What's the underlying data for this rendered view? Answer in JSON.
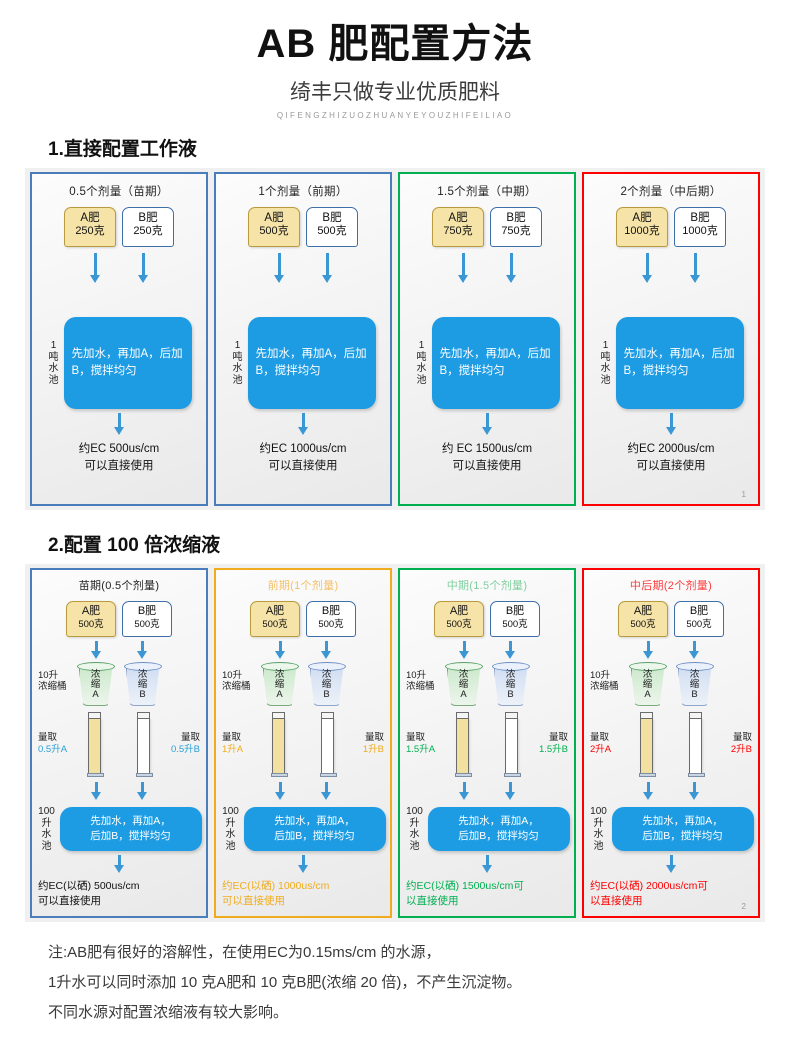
{
  "header": {
    "title": "AB 肥配置方法",
    "subtitle": "绮丰只做专业优质肥料",
    "pinyin": "QIFENGZHIZUOZHUANYEYOUZHIFEILIAO"
  },
  "colors": {
    "blue": "#4a7ebb",
    "yellow": "#f0ac1e",
    "green": "#00b050",
    "red": "#ff0000",
    "mix_blue": "#1e9ce3",
    "arrow_blue": "#3a97d4",
    "fert_a_fill": "#f5e3a8"
  },
  "section1": {
    "heading": "1.直接配置工作液",
    "panels": [
      {
        "title": "0.5个剂量（苗期）",
        "border": "#4a7ebb",
        "fert_a_name": "A肥",
        "fert_a_amount": "250克",
        "fert_b_name": "B肥",
        "fert_b_amount": "250克",
        "pool_label": [
          "1",
          "吨",
          "水",
          "池"
        ],
        "mix_text": "先加水，再加A，后加B，搅拌均匀",
        "ec_line1": "约EC 500us/cm",
        "ec_line2": "可以直接使用",
        "page_num": ""
      },
      {
        "title": "1个剂量（前期）",
        "border": "#4a7ebb",
        "fert_a_name": "A肥",
        "fert_a_amount": "500克",
        "fert_b_name": "B肥",
        "fert_b_amount": "500克",
        "pool_label": [
          "1",
          "吨",
          "水",
          "池"
        ],
        "mix_text": "先加水，再加A，后加B，搅拌均匀",
        "ec_line1": "约EC 1000us/cm",
        "ec_line2": "可以直接使用",
        "page_num": ""
      },
      {
        "title": "1.5个剂量（中期）",
        "border": "#00b050",
        "fert_a_name": "A肥",
        "fert_a_amount": "750克",
        "fert_b_name": "B肥",
        "fert_b_amount": "750克",
        "pool_label": [
          "1",
          "吨",
          "水",
          "池"
        ],
        "mix_text": "先加水，再加A，后加B，搅拌均匀",
        "ec_line1": "约 EC 1500us/cm",
        "ec_line2": "可以直接使用",
        "page_num": ""
      },
      {
        "title": "2个剂量（中后期）",
        "border": "#ff0000",
        "fert_a_name": "A肥",
        "fert_a_amount": "1000克",
        "fert_b_name": "B肥",
        "fert_b_amount": "1000克",
        "pool_label": [
          "1",
          "吨",
          "水",
          "池"
        ],
        "mix_text": "先加水，再加A，后加B，搅拌均匀",
        "ec_line1": "约EC 2000us/cm",
        "ec_line2": "可以直接使用",
        "page_num": "1"
      }
    ]
  },
  "section2": {
    "heading": "2.配置 100 倍浓缩液",
    "panels": [
      {
        "title": "苗期(0.5个剂量)",
        "border": "#4a7ebb",
        "title_color": "#222222",
        "accent": "#2a9fd8",
        "fert_a_name": "A肥",
        "fert_a_amount": "500克",
        "fert_b_name": "B肥",
        "fert_b_amount": "500克",
        "bucket_label": "10升\n浓缩桶",
        "bucket_a_text": [
          "浓",
          "缩",
          "A"
        ],
        "bucket_b_text": [
          "浓",
          "缩",
          "B"
        ],
        "measure_word": "量取",
        "measure_a": "0.5升A",
        "measure_b": "0.5升B",
        "pool_label": [
          "100",
          "升",
          "水",
          "池"
        ],
        "mix_line1": "先加水，再加A，",
        "mix_line2": "后加B，搅拌均匀",
        "ec_line1": "约EC(以硒) 500us/cm",
        "ec_line2": "可以直接使用",
        "ec_color": "#111111",
        "page_num": ""
      },
      {
        "title": "前期(1个剂量)",
        "border": "#f0ac1e",
        "title_color": "#f3c06a",
        "accent": "#f0ac1e",
        "fert_a_name": "A肥",
        "fert_a_amount": "500克",
        "fert_b_name": "B肥",
        "fert_b_amount": "500克",
        "bucket_label": "10升\n浓缩桶",
        "bucket_a_text": [
          "浓",
          "缩",
          "A"
        ],
        "bucket_b_text": [
          "浓",
          "缩",
          "B"
        ],
        "measure_word": "量取",
        "measure_a": "1升A",
        "measure_b": "1升B",
        "pool_label": [
          "100",
          "升",
          "水",
          "池"
        ],
        "mix_line1": "先加水，再加A，",
        "mix_line2": "后加B，搅拌均匀",
        "ec_line1": "约EC(以硒) 1000us/cm",
        "ec_line2": "可以直接使用",
        "ec_color": "#f0ac1e",
        "page_num": ""
      },
      {
        "title": "中期(1.5个剂量)",
        "border": "#00b050",
        "title_color": "#7fcf9e",
        "accent": "#00b050",
        "fert_a_name": "A肥",
        "fert_a_amount": "500克",
        "fert_b_name": "B肥",
        "fert_b_amount": "500克",
        "bucket_label": "10升\n浓缩桶",
        "bucket_a_text": [
          "浓",
          "缩",
          "A"
        ],
        "bucket_b_text": [
          "浓",
          "缩",
          "B"
        ],
        "measure_word": "量取",
        "measure_a": "1.5升A",
        "measure_b": "1.5升B",
        "pool_label": [
          "100",
          "升",
          "水",
          "池"
        ],
        "mix_line1": "先加水，再加A，",
        "mix_line2": "后加B，搅拌均匀",
        "ec_line1": "约EC(以硒) 1500us/cm可",
        "ec_line2": "以直接使用",
        "ec_color": "#00b050",
        "page_num": ""
      },
      {
        "title": "中后期(2个剂量)",
        "border": "#ff0000",
        "title_color": "#ff3b3b",
        "accent": "#ff0000",
        "fert_a_name": "A肥",
        "fert_a_amount": "500克",
        "fert_b_name": "B肥",
        "fert_b_amount": "500克",
        "bucket_label": "10升\n浓缩桶",
        "bucket_a_text": [
          "浓",
          "缩",
          "A"
        ],
        "bucket_b_text": [
          "浓",
          "缩",
          "B"
        ],
        "measure_word": "量取",
        "measure_a": "2升A",
        "measure_b": "2升B",
        "pool_label": [
          "100",
          "升",
          "水",
          "池"
        ],
        "mix_line1": "先加水，再加A，",
        "mix_line2": "后加B，搅拌均匀",
        "ec_line1": "约EC(以硒) 2000us/cm可",
        "ec_line2": "以直接使用",
        "ec_color": "#ff0000",
        "page_num": "2"
      }
    ]
  },
  "footer": {
    "line1": "注:AB肥有很好的溶解性，在使用EC为0.15ms/cm 的水源，",
    "line2": "1升水可以同时添加 10 克A肥和 10 克B肥(浓缩 20 倍)，不产生沉淀物。",
    "line3": "不同水源对配置浓缩液有较大影响。"
  }
}
